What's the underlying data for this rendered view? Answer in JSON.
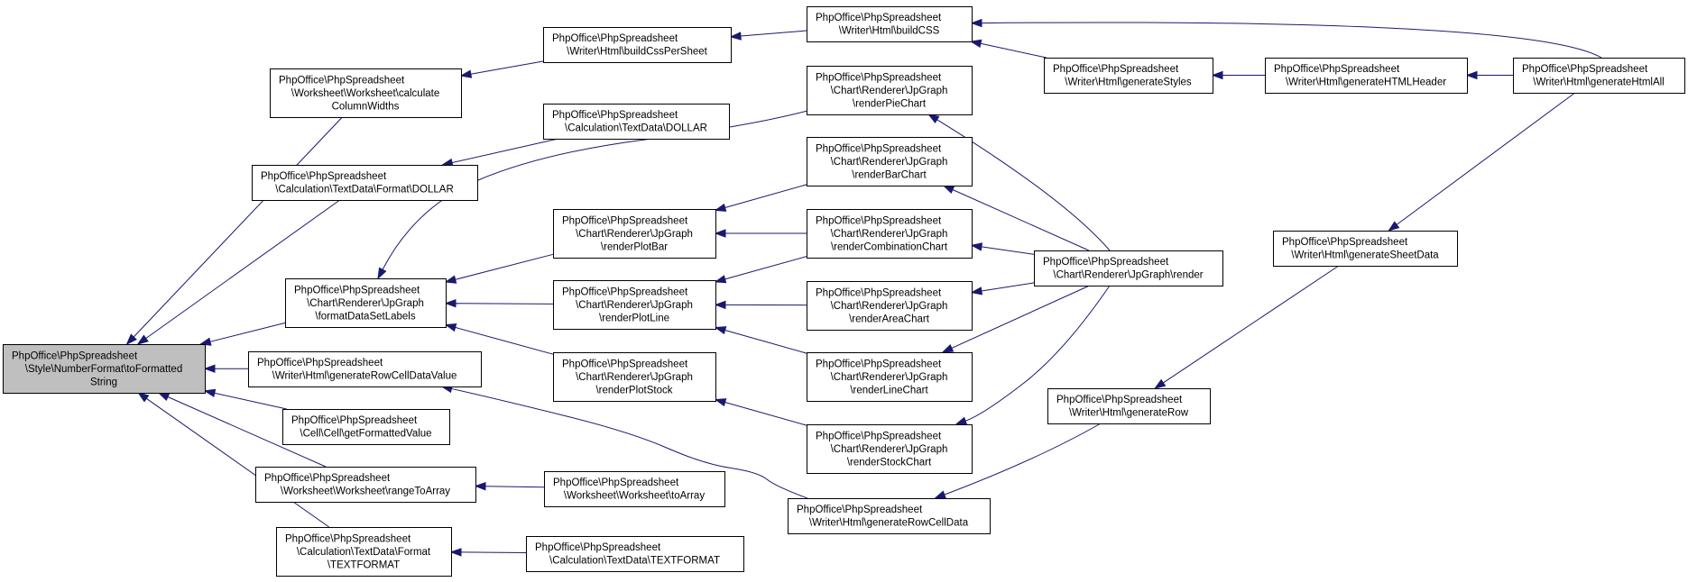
{
  "colors": {
    "edge": "#191970",
    "node_fill": "#ffffff",
    "root_fill": "#bfbfbf",
    "border": "#000000"
  },
  "nodes": [
    {
      "id": "toFormattedString",
      "lines": [
        "PhpOffice\\PhpSpreadsheet",
        "\\Style\\NumberFormat\\toFormatted",
        "String"
      ]
    },
    {
      "id": "calculateColumnWidths",
      "lines": [
        "PhpOffice\\PhpSpreadsheet",
        "\\Worksheet\\Worksheet\\calculate",
        "ColumnWidths"
      ]
    },
    {
      "id": "formatDOLLAR",
      "lines": [
        "PhpOffice\\PhpSpreadsheet",
        "\\Calculation\\TextData\\Format\\DOLLAR"
      ]
    },
    {
      "id": "formatDataSetLabels",
      "lines": [
        "PhpOffice\\PhpSpreadsheet",
        "\\Chart\\Renderer\\JpGraph",
        "\\formatDataSetLabels"
      ]
    },
    {
      "id": "generateRowCellDataValue",
      "lines": [
        "PhpOffice\\PhpSpreadsheet",
        "\\Writer\\Html\\generateRowCellDataValue"
      ]
    },
    {
      "id": "getFormattedValue",
      "lines": [
        "PhpOffice\\PhpSpreadsheet",
        "\\Cell\\Cell\\getFormattedValue"
      ]
    },
    {
      "id": "rangeToArray",
      "lines": [
        "PhpOffice\\PhpSpreadsheet",
        "\\Worksheet\\Worksheet\\rangeToArray"
      ]
    },
    {
      "id": "formatTEXTFORMAT",
      "lines": [
        "PhpOffice\\PhpSpreadsheet",
        "\\Calculation\\TextData\\Format",
        "\\TEXTFORMAT"
      ]
    },
    {
      "id": "buildCssPerSheet",
      "lines": [
        "PhpOffice\\PhpSpreadsheet",
        "\\Writer\\Html\\buildCssPerSheet"
      ]
    },
    {
      "id": "textDataDOLLAR",
      "lines": [
        "PhpOffice\\PhpSpreadsheet",
        "\\Calculation\\TextData\\DOLLAR"
      ]
    },
    {
      "id": "renderPlotBar",
      "lines": [
        "PhpOffice\\PhpSpreadsheet",
        "\\Chart\\Renderer\\JpGraph",
        "\\renderPlotBar"
      ]
    },
    {
      "id": "renderPlotLine",
      "lines": [
        "PhpOffice\\PhpSpreadsheet",
        "\\Chart\\Renderer\\JpGraph",
        "\\renderPlotLine"
      ]
    },
    {
      "id": "renderPlotStock",
      "lines": [
        "PhpOffice\\PhpSpreadsheet",
        "\\Chart\\Renderer\\JpGraph",
        "\\renderPlotStock"
      ]
    },
    {
      "id": "toArray",
      "lines": [
        "PhpOffice\\PhpSpreadsheet",
        "\\Worksheet\\Worksheet\\toArray"
      ]
    },
    {
      "id": "textDataTEXTFORMAT",
      "lines": [
        "PhpOffice\\PhpSpreadsheet",
        "\\Calculation\\TextData\\TEXTFORMAT"
      ]
    },
    {
      "id": "buildCSS",
      "lines": [
        "PhpOffice\\PhpSpreadsheet",
        "\\Writer\\Html\\buildCSS"
      ]
    },
    {
      "id": "renderPieChart",
      "lines": [
        "PhpOffice\\PhpSpreadsheet",
        "\\Chart\\Renderer\\JpGraph",
        "\\renderPieChart"
      ]
    },
    {
      "id": "renderBarChart",
      "lines": [
        "PhpOffice\\PhpSpreadsheet",
        "\\Chart\\Renderer\\JpGraph",
        "\\renderBarChart"
      ]
    },
    {
      "id": "renderCombinationChart",
      "lines": [
        "PhpOffice\\PhpSpreadsheet",
        "\\Chart\\Renderer\\JpGraph",
        "\\renderCombinationChart"
      ]
    },
    {
      "id": "renderAreaChart",
      "lines": [
        "PhpOffice\\PhpSpreadsheet",
        "\\Chart\\Renderer\\JpGraph",
        "\\renderAreaChart"
      ]
    },
    {
      "id": "renderLineChart",
      "lines": [
        "PhpOffice\\PhpSpreadsheet",
        "\\Chart\\Renderer\\JpGraph",
        "\\renderLineChart"
      ]
    },
    {
      "id": "renderStockChart",
      "lines": [
        "PhpOffice\\PhpSpreadsheet",
        "\\Chart\\Renderer\\JpGraph",
        "\\renderStockChart"
      ]
    },
    {
      "id": "generateRowCellData",
      "lines": [
        "PhpOffice\\PhpSpreadsheet",
        "\\Writer\\Html\\generateRowCellData"
      ]
    },
    {
      "id": "generateStyles",
      "lines": [
        "PhpOffice\\PhpSpreadsheet",
        "\\Writer\\Html\\generateStyles"
      ]
    },
    {
      "id": "render",
      "lines": [
        "PhpOffice\\PhpSpreadsheet",
        "\\Chart\\Renderer\\JpGraph\\render"
      ]
    },
    {
      "id": "generateRow",
      "lines": [
        "PhpOffice\\PhpSpreadsheet",
        "\\Writer\\Html\\generateRow"
      ]
    },
    {
      "id": "generateHTMLHeader",
      "lines": [
        "PhpOffice\\PhpSpreadsheet",
        "\\Writer\\Html\\generateHTMLHeader"
      ]
    },
    {
      "id": "generateSheetData",
      "lines": [
        "PhpOffice\\PhpSpreadsheet",
        "\\Writer\\Html\\generateSheetData"
      ]
    },
    {
      "id": "generateHtmlAll",
      "lines": [
        "PhpOffice\\PhpSpreadsheet",
        "\\Writer\\Html\\generateHtmlAll"
      ]
    }
  ],
  "edges": [
    {
      "from": "calculateColumnWidths",
      "to": "toFormattedString"
    },
    {
      "from": "formatDOLLAR",
      "to": "toFormattedString"
    },
    {
      "from": "formatDataSetLabels",
      "to": "toFormattedString"
    },
    {
      "from": "generateRowCellDataValue",
      "to": "toFormattedString"
    },
    {
      "from": "getFormattedValue",
      "to": "toFormattedString"
    },
    {
      "from": "rangeToArray",
      "to": "toFormattedString"
    },
    {
      "from": "formatTEXTFORMAT",
      "to": "toFormattedString"
    },
    {
      "from": "buildCssPerSheet",
      "to": "calculateColumnWidths"
    },
    {
      "from": "textDataDOLLAR",
      "to": "formatDOLLAR"
    },
    {
      "from": "renderPieChart",
      "to": "formatDataSetLabels"
    },
    {
      "from": "renderPlotBar",
      "to": "formatDataSetLabels"
    },
    {
      "from": "renderPlotLine",
      "to": "formatDataSetLabels"
    },
    {
      "from": "renderPlotStock",
      "to": "formatDataSetLabels"
    },
    {
      "from": "generateRowCellData",
      "to": "generateRowCellDataValue"
    },
    {
      "from": "toArray",
      "to": "rangeToArray"
    },
    {
      "from": "textDataTEXTFORMAT",
      "to": "formatTEXTFORMAT"
    },
    {
      "from": "buildCSS",
      "to": "buildCssPerSheet"
    },
    {
      "from": "renderBarChart",
      "to": "renderPlotBar"
    },
    {
      "from": "renderCombinationChart",
      "to": "renderPlotBar"
    },
    {
      "from": "renderCombinationChart",
      "to": "renderPlotLine"
    },
    {
      "from": "renderAreaChart",
      "to": "renderPlotLine"
    },
    {
      "from": "renderLineChart",
      "to": "renderPlotLine"
    },
    {
      "from": "renderStockChart",
      "to": "renderPlotStock"
    },
    {
      "from": "generateHtmlAll",
      "to": "buildCSS"
    },
    {
      "from": "generateStyles",
      "to": "buildCSS"
    },
    {
      "from": "render",
      "to": "renderPieChart"
    },
    {
      "from": "render",
      "to": "renderBarChart"
    },
    {
      "from": "render",
      "to": "renderCombinationChart"
    },
    {
      "from": "render",
      "to": "renderAreaChart"
    },
    {
      "from": "render",
      "to": "renderLineChart"
    },
    {
      "from": "render",
      "to": "renderStockChart"
    },
    {
      "from": "generateRow",
      "to": "generateRowCellData"
    },
    {
      "from": "generateHTMLHeader",
      "to": "generateStyles"
    },
    {
      "from": "generateHtmlAll",
      "to": "generateHTMLHeader"
    },
    {
      "from": "generateSheetData",
      "to": "generateRow"
    },
    {
      "from": "generateHtmlAll",
      "to": "generateSheetData"
    }
  ]
}
